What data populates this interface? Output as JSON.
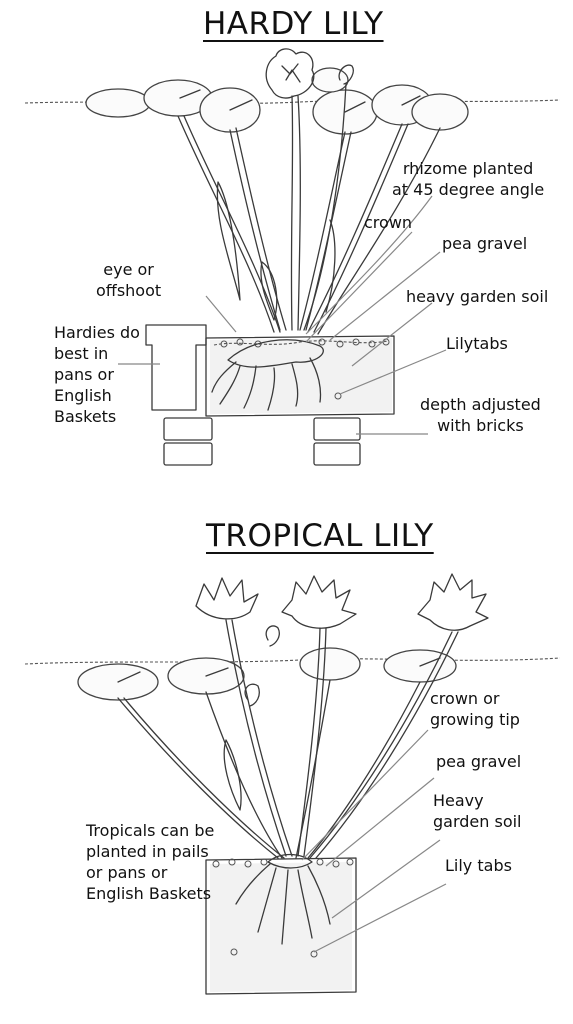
{
  "hardy": {
    "title": "HARDY LILY",
    "labels": {
      "rhizome": [
        "rhizome planted",
        "at 45 degree angle"
      ],
      "crown": "crown",
      "pea_gravel": "pea gravel",
      "eye": [
        "eye or",
        "offshoot"
      ],
      "heavy_soil": "heavy garden soil",
      "lilytabs": "Lilytabs",
      "hardies_note": [
        "Hardies do",
        "best in",
        "pans or",
        "English",
        "Baskets"
      ],
      "depth": [
        "depth adjusted",
        "with bricks"
      ]
    }
  },
  "tropical": {
    "title": "TROPICAL LILY",
    "labels": {
      "crown": [
        "crown or",
        "growing tip"
      ],
      "pea_gravel": "pea gravel",
      "heavy_soil": [
        "Heavy",
        "garden soil"
      ],
      "lily_tabs": "Lily tabs",
      "tropicals_note": [
        "Tropicals can be",
        "planted in pails",
        "or pans or",
        "English Baskets"
      ]
    }
  }
}
